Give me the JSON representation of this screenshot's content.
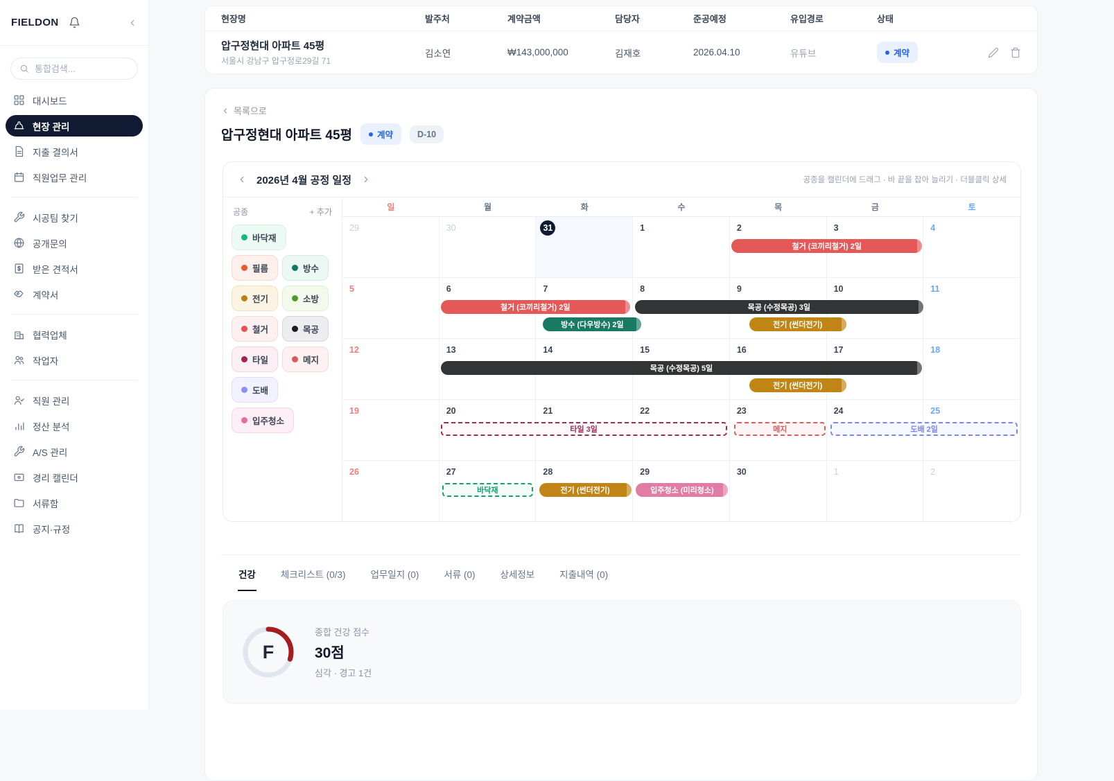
{
  "sidebar": {
    "brand": "FIELDON",
    "search_placeholder": "통합검색...",
    "groups": [
      {
        "items": [
          {
            "name": "dashboard",
            "label": "대시보드",
            "icon": "dashboard",
            "active": false
          },
          {
            "name": "site-management",
            "label": "현장 관리",
            "icon": "helmet",
            "active": true
          },
          {
            "name": "expense-report",
            "label": "지출 결의서",
            "icon": "document",
            "active": false
          },
          {
            "name": "staff-task-management",
            "label": "직원업무 관리",
            "icon": "calendar",
            "active": false
          }
        ]
      },
      {
        "items": [
          {
            "name": "find-crew",
            "label": "시공팀 찾기",
            "icon": "wrench",
            "active": false
          },
          {
            "name": "public-inquiry",
            "label": "공개문의",
            "icon": "globe",
            "active": false
          },
          {
            "name": "received-quotes",
            "label": "받은 견적서",
            "icon": "receipt",
            "active": false
          },
          {
            "name": "contracts",
            "label": "계약서",
            "icon": "handshake",
            "active": false
          }
        ]
      },
      {
        "items": [
          {
            "name": "partners",
            "label": "협력업체",
            "icon": "building",
            "active": false
          },
          {
            "name": "workers",
            "label": "작업자",
            "icon": "users",
            "active": false
          }
        ]
      },
      {
        "items": [
          {
            "name": "employee-management",
            "label": "직원 관리",
            "icon": "user-check",
            "active": false
          },
          {
            "name": "settlement-analysis",
            "label": "정산 분석",
            "icon": "chart",
            "active": false
          },
          {
            "name": "as-management",
            "label": "A/S 관리",
            "icon": "tool",
            "active": false
          },
          {
            "name": "accounting-calendar",
            "label": "경리 캘린더",
            "icon": "card",
            "active": false
          },
          {
            "name": "documents",
            "label": "서류함",
            "icon": "folder",
            "active": false
          },
          {
            "name": "notices",
            "label": "공지·규정",
            "icon": "book",
            "active": false
          }
        ]
      }
    ]
  },
  "table": {
    "headers": [
      "현장명",
      "발주처",
      "계약금액",
      "담당자",
      "준공예정",
      "유입경로",
      "상태"
    ],
    "row": {
      "name": "압구정현대 아파트 45평",
      "address": "서울시 강남구 압구정로29길 71",
      "client": "김소연",
      "amount": "₩143,000,000",
      "manager": "김재호",
      "due": "2026.04.10",
      "source": "유튜브",
      "status": "계약"
    }
  },
  "detail": {
    "back_label": "목록으로",
    "title": "압구정현대 아파트 45평",
    "status_badge": "계약",
    "dday_badge": "D-10"
  },
  "calendar": {
    "title": "2026년 4월 공정 일정",
    "hint": "공종을 캘린더에 드래그 · 바 끝을 잡아 늘리기 · 더블클릭 상세",
    "panel_title": "공종",
    "add_label": "+ 추가",
    "trades": [
      {
        "label": "바닥재",
        "dot": "#10b981",
        "bg": "#edfaf3",
        "border": "#d7f0e4"
      },
      {
        "label": "필름",
        "dot": "#eb5a2e",
        "bg": "#fdf0ec",
        "border": "#f8d9cd"
      },
      {
        "label": "방수",
        "dot": "#0e7a63",
        "bg": "#ecf8f4",
        "border": "#d4ece4"
      },
      {
        "label": "전기",
        "dot": "#bb8009",
        "bg": "#fbf4e2",
        "border": "#f0e1bc"
      },
      {
        "label": "소방",
        "dot": "#4c9a2a",
        "bg": "#f3faec",
        "border": "#def0cf"
      },
      {
        "label": "철거",
        "dot": "#ea4f4f",
        "bg": "#fdf0f0",
        "border": "#f9d8d8"
      },
      {
        "label": "목공",
        "dot": "#1b1c1e",
        "bg": "#ededef",
        "border": "#d4d7db"
      },
      {
        "label": "타일",
        "dot": "#a12350",
        "bg": "#fbeff4",
        "border": "#f2d4e1"
      },
      {
        "label": "메지",
        "dot": "#dd5858",
        "bg": "#fdf1f1",
        "border": "#f8d9d9"
      },
      {
        "label": "도배",
        "dot": "#8a90f5",
        "bg": "#f1f2fe",
        "border": "#dee0fa"
      },
      {
        "label": "입주청소",
        "dot": "#ea6ba2",
        "bg": "#fdeff5",
        "border": "#f8d4e4"
      }
    ],
    "weekdays": [
      {
        "label": "일",
        "type": "sun"
      },
      {
        "label": "월",
        "type": ""
      },
      {
        "label": "화",
        "type": ""
      },
      {
        "label": "수",
        "type": ""
      },
      {
        "label": "목",
        "type": ""
      },
      {
        "label": "금",
        "type": ""
      },
      {
        "label": "토",
        "type": "sat"
      }
    ],
    "weeks": [
      [
        {
          "n": "29",
          "c": "muted"
        },
        {
          "n": "30",
          "c": "muted"
        },
        {
          "n": "31",
          "c": "today",
          "tint": true
        },
        {
          "n": "1",
          "c": ""
        },
        {
          "n": "2",
          "c": ""
        },
        {
          "n": "3",
          "c": ""
        },
        {
          "n": "4",
          "c": "sat"
        }
      ],
      [
        {
          "n": "5",
          "c": "sun"
        },
        {
          "n": "6",
          "c": ""
        },
        {
          "n": "7",
          "c": ""
        },
        {
          "n": "8",
          "c": ""
        },
        {
          "n": "9",
          "c": ""
        },
        {
          "n": "10",
          "c": ""
        },
        {
          "n": "11",
          "c": "sat"
        }
      ],
      [
        {
          "n": "12",
          "c": "sun"
        },
        {
          "n": "13",
          "c": ""
        },
        {
          "n": "14",
          "c": ""
        },
        {
          "n": "15",
          "c": ""
        },
        {
          "n": "16",
          "c": ""
        },
        {
          "n": "17",
          "c": ""
        },
        {
          "n": "18",
          "c": "sat"
        }
      ],
      [
        {
          "n": "19",
          "c": "sun"
        },
        {
          "n": "20",
          "c": ""
        },
        {
          "n": "21",
          "c": ""
        },
        {
          "n": "22",
          "c": ""
        },
        {
          "n": "23",
          "c": ""
        },
        {
          "n": "24",
          "c": ""
        },
        {
          "n": "25",
          "c": "sat"
        }
      ],
      [
        {
          "n": "26",
          "c": "sun"
        },
        {
          "n": "27",
          "c": ""
        },
        {
          "n": "28",
          "c": ""
        },
        {
          "n": "29",
          "c": ""
        },
        {
          "n": "30",
          "c": ""
        },
        {
          "n": "1",
          "c": "muted"
        },
        {
          "n": "2",
          "c": "muted"
        }
      ]
    ],
    "bars": [
      {
        "week": 0,
        "lane": 0,
        "left": 57.4,
        "width": 28.1,
        "label": "철거 (코끼리철거) 2일",
        "style": "solid",
        "color": "#e45858"
      },
      {
        "week": 1,
        "lane": 0,
        "left": 14.5,
        "width": 27.9,
        "label": "철거 (코끼리철거) 2일",
        "style": "solid",
        "color": "#e45858"
      },
      {
        "week": 1,
        "lane": 0,
        "left": 43.1,
        "width": 42.6,
        "label": "목공 (수정목공) 3일",
        "style": "solid",
        "color": "#333436"
      },
      {
        "week": 1,
        "lane": 1,
        "left": 29.6,
        "width": 14.5,
        "label": "방수 (다우방수) 2일",
        "style": "solid",
        "color": "#187a63"
      },
      {
        "week": 1,
        "lane": 1,
        "left": 60.0,
        "width": 14.3,
        "label": "전기 (썬더전기)",
        "style": "solid",
        "color": "#c08514"
      },
      {
        "week": 2,
        "lane": 0,
        "left": 14.5,
        "width": 71.0,
        "label": "목공 (수정목공) 5일",
        "style": "solid",
        "color": "#333436"
      },
      {
        "week": 2,
        "lane": 1,
        "left": 60.0,
        "width": 14.3,
        "label": "전기 (썬더전기)",
        "style": "solid",
        "color": "#c08514"
      },
      {
        "week": 3,
        "lane": 0,
        "left": 14.5,
        "width": 42.2,
        "label": "타일 3일",
        "style": "dashed",
        "color": "#9b2c50",
        "bg": "#fdf9fa"
      },
      {
        "week": 3,
        "lane": 0,
        "left": 57.8,
        "width": 13.5,
        "label": "메지",
        "style": "dashed",
        "color": "#e05c5c",
        "bg": "#fdf5f5"
      },
      {
        "week": 3,
        "lane": 0,
        "left": 72.0,
        "width": 27.6,
        "label": "도배 2일",
        "style": "dashed",
        "color": "#7b85f0",
        "bg": "#f7f8ff"
      },
      {
        "week": 4,
        "lane": 0,
        "left": 14.7,
        "width": 13.4,
        "label": "바닥재",
        "style": "dashed",
        "color": "#16a06f",
        "bg": "#f3fcf8"
      },
      {
        "week": 4,
        "lane": 0,
        "left": 29.0,
        "width": 13.6,
        "label": "전기 (썬더전기)",
        "style": "solid",
        "color": "#c08514"
      },
      {
        "week": 4,
        "lane": 0,
        "left": 43.3,
        "width": 13.6,
        "label": "입주청소 (미리청소)",
        "style": "solid",
        "color": "#e17ca4"
      }
    ]
  },
  "tabs": [
    {
      "label": "건강",
      "active": true
    },
    {
      "label": "체크리스트 (0/3)",
      "active": false
    },
    {
      "label": "업무일지 (0)",
      "active": false
    },
    {
      "label": "서류 (0)",
      "active": false
    },
    {
      "label": "상세정보",
      "active": false
    },
    {
      "label": "지출내역 (0)",
      "active": false
    }
  ],
  "health": {
    "grade": "F",
    "label": "종합 건강 점수",
    "score": "30점",
    "score_pct": 30,
    "note": "심각 · 경고 1건",
    "arc_color": "#a61d1d",
    "track_color": "#dfe6ee"
  },
  "colors": {
    "accent_blue": "#2563eb",
    "sidebar_active": "#101b33",
    "sunday_red": "#f47c7c",
    "saturday_blue": "#6ba7f5"
  }
}
